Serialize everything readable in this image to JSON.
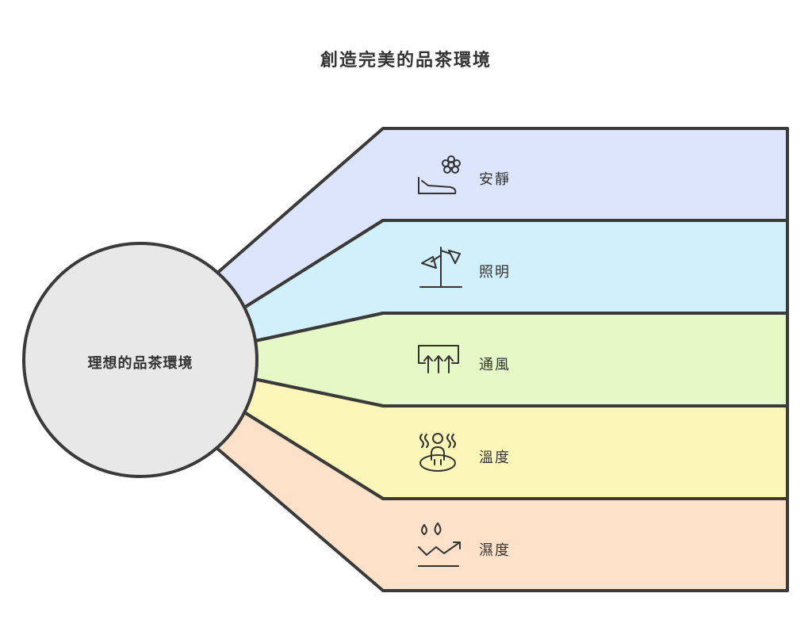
{
  "title": "創造完美的品茶環境",
  "center": {
    "label": "理想的品茶環境",
    "color": "#e8e8e8"
  },
  "items": [
    {
      "label": "安靜",
      "icon": "flower-hand-icon",
      "color": "#dce5fc"
    },
    {
      "label": "照明",
      "icon": "lamp-icon",
      "color": "#d2f0fb"
    },
    {
      "label": "通風",
      "icon": "ventilation-icon",
      "color": "#e5f8c6"
    },
    {
      "label": "溫度",
      "icon": "heat-person-icon",
      "color": "#fdf6b9"
    },
    {
      "label": "濕度",
      "icon": "humidity-icon",
      "color": "#fde1c8"
    }
  ]
}
